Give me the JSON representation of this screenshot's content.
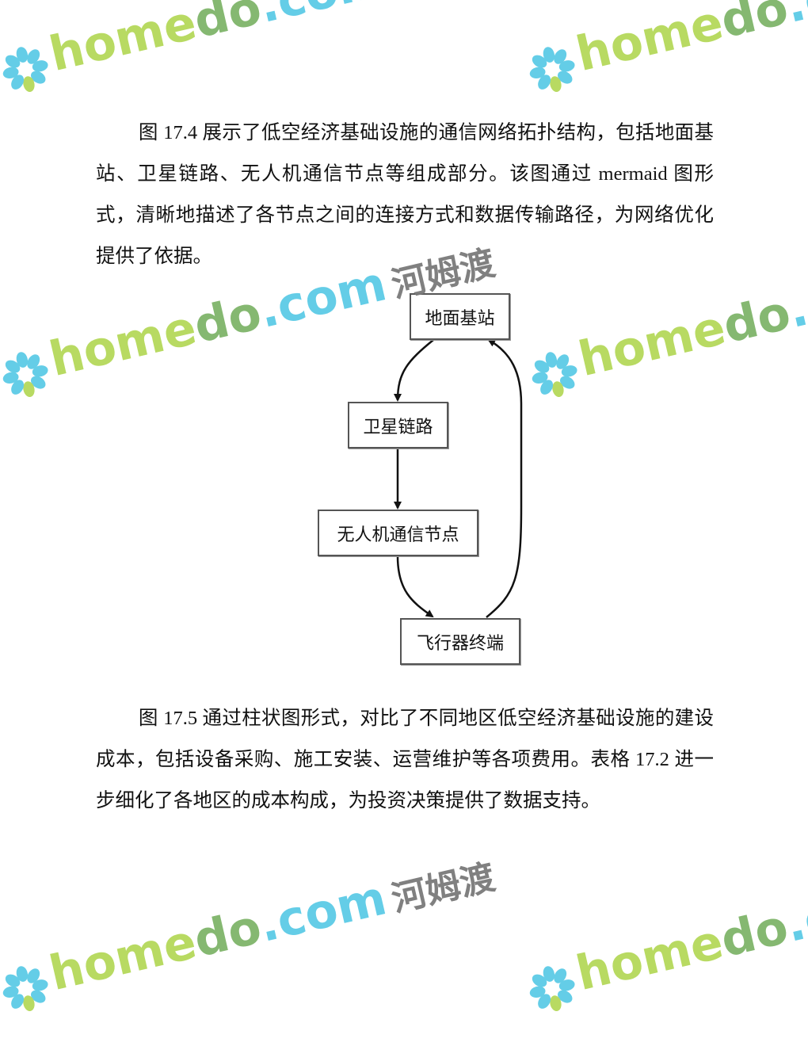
{
  "paragraphs": [
    "图 17.4 展示了低空经济基础设施的通信网络拓扑结构，包括地面基站、卫星链路、无人机通信节点等组成部分。该图通过 mermaid 图形式，清晰地描述了各节点之间的连接方式和数据传输路径，为网络优化提供了依据。",
    "图 17.5 通过柱状图形式，对比了不同地区低空经济基础设施的建设成本，包括设备采购、施工安装、运营维护等各项费用。表格 17.2 进一步细化了各地区的成本构成，为投资决策提供了数据支持。"
  ],
  "diagram": {
    "nodes": {
      "ground_station": "地面基站",
      "satellite_link": "卫星链路",
      "uav_node": "无人机通信节点",
      "aircraft_terminal": "飞行器终端"
    },
    "edges": [
      [
        "ground_station",
        "satellite_link"
      ],
      [
        "satellite_link",
        "uav_node"
      ],
      [
        "uav_node",
        "aircraft_terminal"
      ],
      [
        "aircraft_terminal",
        "ground_station"
      ]
    ]
  },
  "watermark": {
    "brand_home": "home",
    "brand_do": "do",
    "brand_com": ".com",
    "brand_cn": "河姆渡",
    "colors": {
      "green": "#b5d95a",
      "darkgreen": "#7fb56a",
      "blue": "#5ccbe6",
      "gray": "#7a7a7a"
    }
  }
}
